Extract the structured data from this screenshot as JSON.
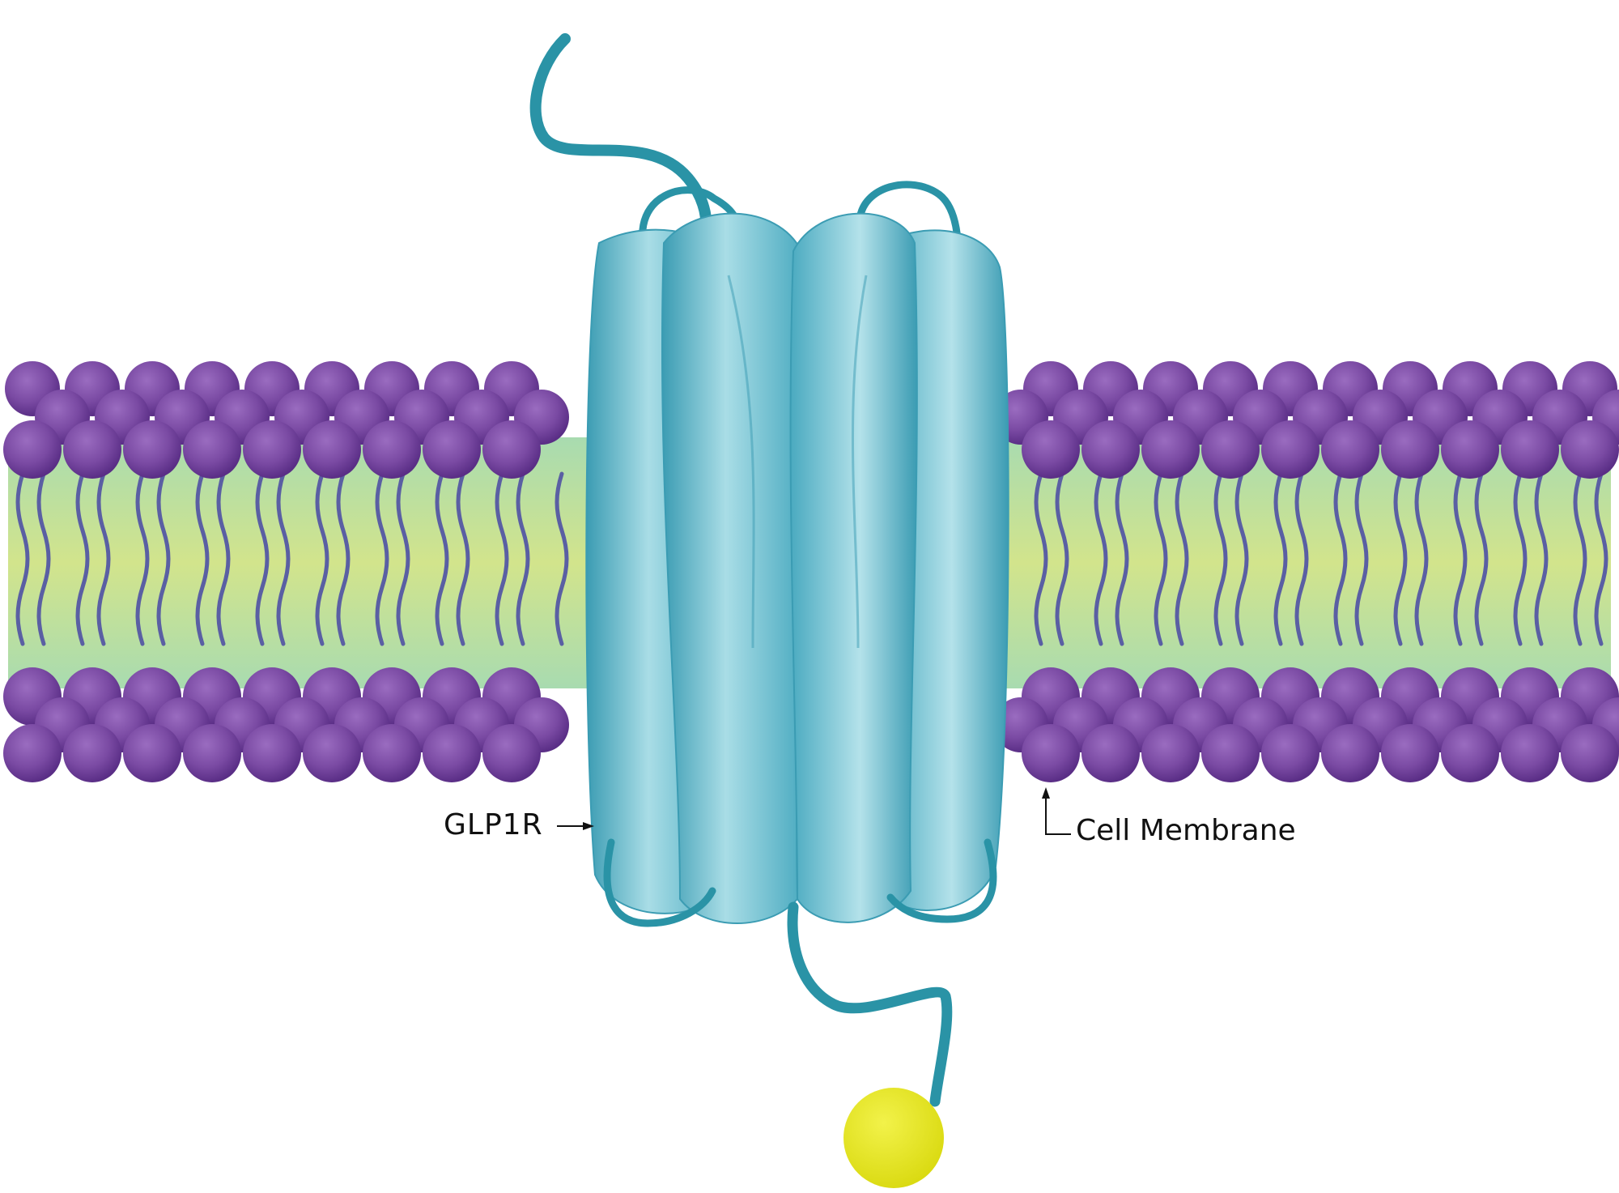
{
  "diagram": {
    "subject": "GLP1R receptor embedded in cell membrane",
    "labels": {
      "receptor": "GLP1R",
      "membrane": "Cell Membrane"
    },
    "components": [
      {
        "name": "lipid-bilayer",
        "description": "phospholipid heads (purple spheres) with wavy tails in green-yellow core"
      },
      {
        "name": "receptor",
        "description": "seven-transmembrane protein (teal lobes) spanning the membrane"
      },
      {
        "name": "n-terminus",
        "description": "teal tail extending above the receptor"
      },
      {
        "name": "extracellular-loops",
        "description": "teal loops on top of receptor"
      },
      {
        "name": "intracellular-loops",
        "description": "teal loops below receptor"
      },
      {
        "name": "c-terminus",
        "description": "teal tail ending in yellow ball below receptor"
      }
    ],
    "colors": {
      "lipid_head": "#7a4aa3",
      "lipid_head_light": "#9a6cc0",
      "lipid_head_dark": "#5a2e86",
      "lipid_tail": "#5a5fa3",
      "core_top": "#a8dbb0",
      "core_mid": "#d2e48c",
      "receptor": "#5ab8cc",
      "receptor_light": "#a9dde6",
      "receptor_dark": "#3b9cb3",
      "loop": "#2a93a6",
      "terminal_ball": "#e6e619",
      "text": "#111111"
    }
  }
}
